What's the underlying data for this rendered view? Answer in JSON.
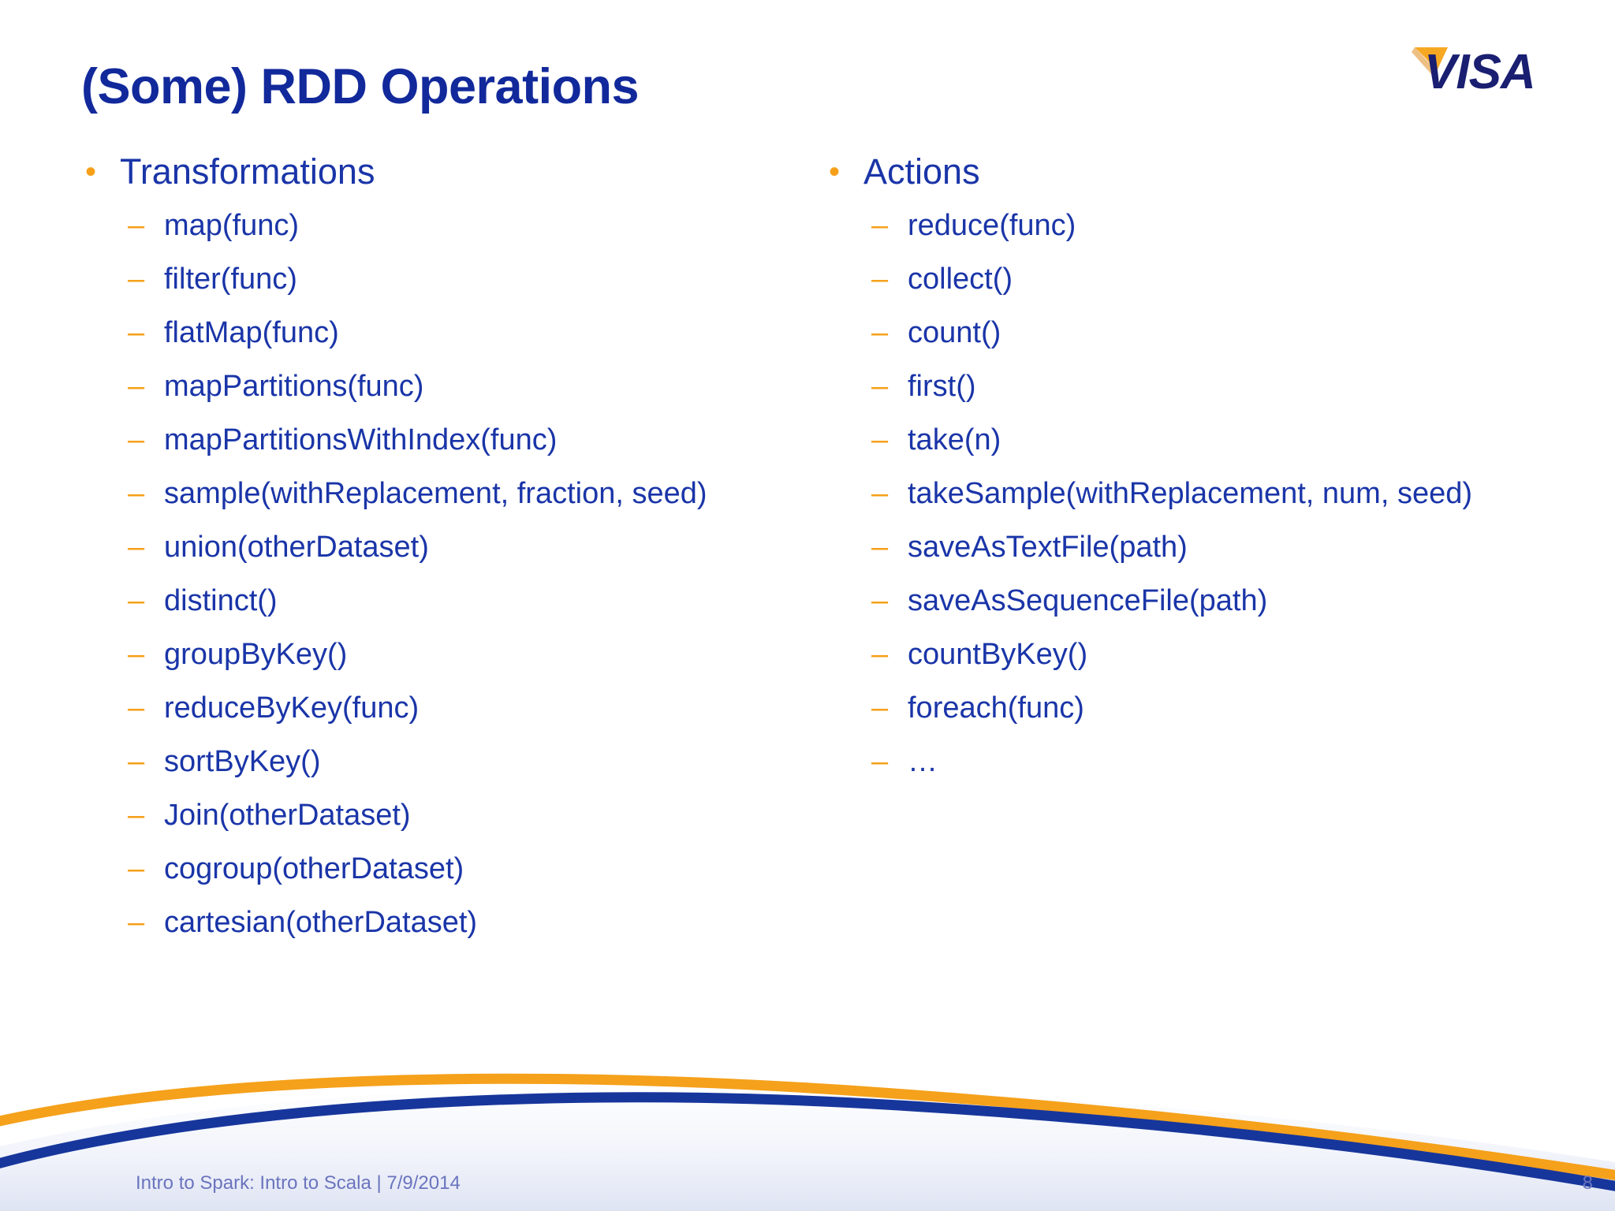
{
  "slide": {
    "title": "(Some) RDD Operations",
    "page_number": "8",
    "footer": "Intro to Spark: Intro to Scala | 7/9/2014"
  },
  "brand": {
    "logo_text": "VISA",
    "logo_blue": "#1A1F71",
    "logo_gold": "#F7A823"
  },
  "colors": {
    "title_blue": "#12299B",
    "body_blue": "#1A35A8",
    "accent_orange": "#F6A01A",
    "wave_blue": "#17369C",
    "wave_orange": "#F5A11B",
    "footer_gray_blue": "#6A74BE"
  },
  "bullet_glyphs": {
    "level1": "•",
    "level2": "–"
  },
  "columns": [
    {
      "id": "transformations",
      "heading": "Transformations",
      "items": [
        "map(func)",
        "filter(func)",
        "flatMap(func)",
        "mapPartitions(func)",
        "mapPartitionsWithIndex(func)",
        "sample(withReplacement, fraction, seed)",
        "union(otherDataset)",
        "distinct()",
        "groupByKey()",
        "reduceByKey(func)",
        "sortByKey()",
        "Join(otherDataset)",
        "cogroup(otherDataset)",
        "cartesian(otherDataset)"
      ]
    },
    {
      "id": "actions",
      "heading": "Actions",
      "items": [
        "reduce(func)",
        "collect()",
        "count()",
        "first()",
        "take(n)",
        "takeSample(withReplacement, num, seed)",
        "saveAsTextFile(path)",
        "saveAsSequenceFile(path)",
        "countByKey()",
        "foreach(func)",
        "…"
      ]
    }
  ]
}
